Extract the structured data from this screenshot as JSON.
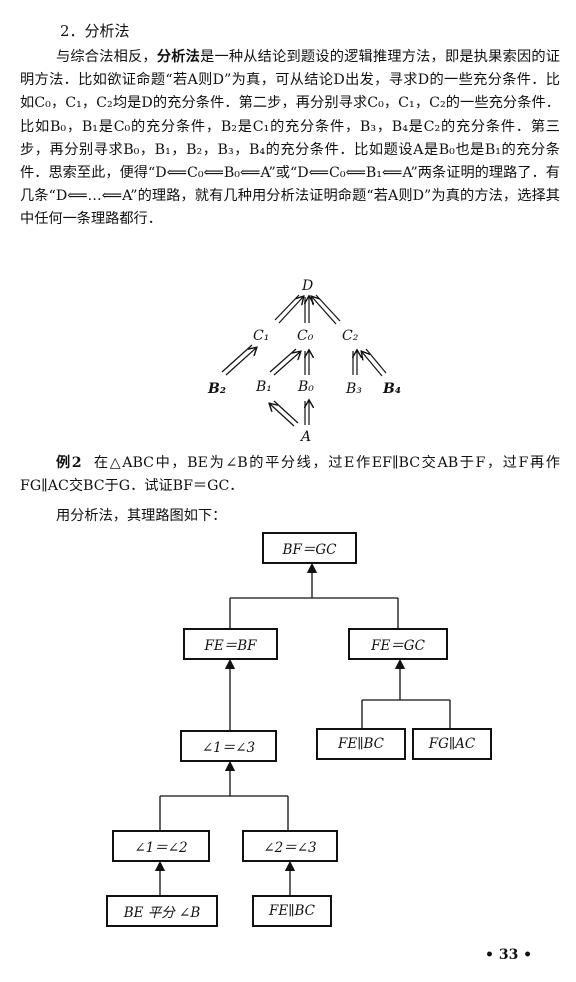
{
  "section": {
    "heading": "2．分析法"
  },
  "intro": {
    "p1_start": "与综合法相反，",
    "p1_term": "分析法",
    "p1_rest": "是一种从结论到题设的逻辑推理方法，即是执果索因的证明方法．比如欲证命题“若A则D”为真，可从结论D出发，寻求D的一些充分条件．比如C₀，C₁，C₂均是D的充分条件．第二步，再分别寻求C₀，C₁，C₂的一些充分条件．比如B₀，B₁是C₀的充分条件，B₂是C₁的充分条件，B₃，B₄是C₂的充分条件．第三步，再分别寻求B₀，B₁，B₂，B₃，B₄的充分条件．比如题设A是B₀也是B₁的充分条件．思索至此，便得“D⟸C₀⟸B₀⟸A”或“D⟸C₀⟸B₁⟸A”两条证明的理路了．有几条“D⟸…⟸A”的理路，就有几种用分析法证明命题“若A则D”为真的方法，选择其中任何一条理路都行．"
  },
  "tree_diagram": {
    "nodes": {
      "D": "D",
      "C1": "C₁",
      "C0": "C₀",
      "C2": "C₂",
      "B2": "B₂",
      "B1": "B₁",
      "B0": "B₀",
      "B3": "B₃",
      "B4": "B₄",
      "A": "A"
    }
  },
  "example": {
    "label": "例2",
    "text": "在△ABC中，BE为∠B的平分线，过E作EF∥BC交AB于F，过F再作FG∥AC交BC于G．试证BF＝GC．",
    "lead": "用分析法，其理路图如下："
  },
  "proof_flow": {
    "top": "BF＝GC",
    "l2_left": "FE＝BF",
    "l2_right": "FE＝GC",
    "l3_left": "∠1＝∠3",
    "l3_mid": "FE∥BC",
    "l3_right": "FG∥AC",
    "l4_left": "∠1＝∠2",
    "l4_right": "∠2＝∠3",
    "l5_left": "BE 平分 ∠B",
    "l5_right": "FE∥BC"
  },
  "footer": {
    "page_number": "• 33 •"
  }
}
